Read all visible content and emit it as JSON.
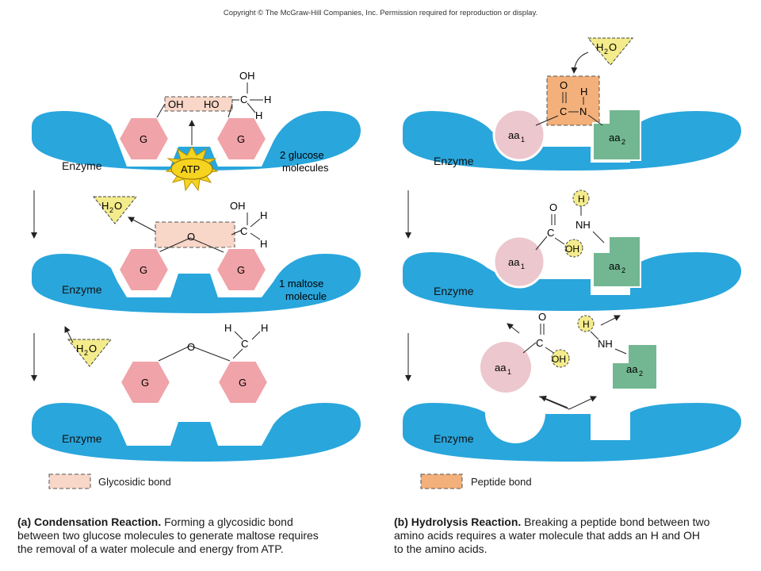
{
  "copyright": "Copyright © The McGraw-Hill Companies, Inc. Permission required for reproduction or display.",
  "labels": {
    "enzyme": "Enzyme",
    "glucose": "G",
    "atp": "ATP",
    "water_h": "H",
    "water_2": "2",
    "water_o": "O",
    "oh": "OH",
    "ho": "HO",
    "o": "O",
    "h": "H",
    "c": "C",
    "n": "N",
    "nh": "NH",
    "aa": "aa",
    "sub1": "1",
    "sub2": "2"
  },
  "left_panel": {
    "step1_note_line1": "2 glucose",
    "step1_note_line2": "molecules",
    "step2_note_line1": "1 maltose",
    "step2_note_line2": "molecule",
    "legend_label": "Glycosidic bond",
    "caption_title": "(a) Condensation Reaction.",
    "caption_text_line1": " Forming a glycosidic bond",
    "caption_text_line2": "between two glucose molecules to generate maltose requires",
    "caption_text_line3": "the removal of a water molecule and energy from ATP."
  },
  "right_panel": {
    "legend_label": "Peptide bond",
    "caption_title": "(b) Hydrolysis Reaction.",
    "caption_text_line1": " Breaking a peptide bond between two",
    "caption_text_line2": "amino acids requires a water molecule that adds an H and OH",
    "caption_text_line3": "to the amino acids."
  },
  "colors": {
    "enzyme": "#29a6dc",
    "glucose": "#f0a3a8",
    "glycosidic_bond": "#f8d6c8",
    "peptide_bond": "#f3b07a",
    "amino_acid_1": "#ecc7cd",
    "amino_acid_2": "#72b791",
    "water": "#f4ec8c",
    "atp": "#f5d31f"
  }
}
